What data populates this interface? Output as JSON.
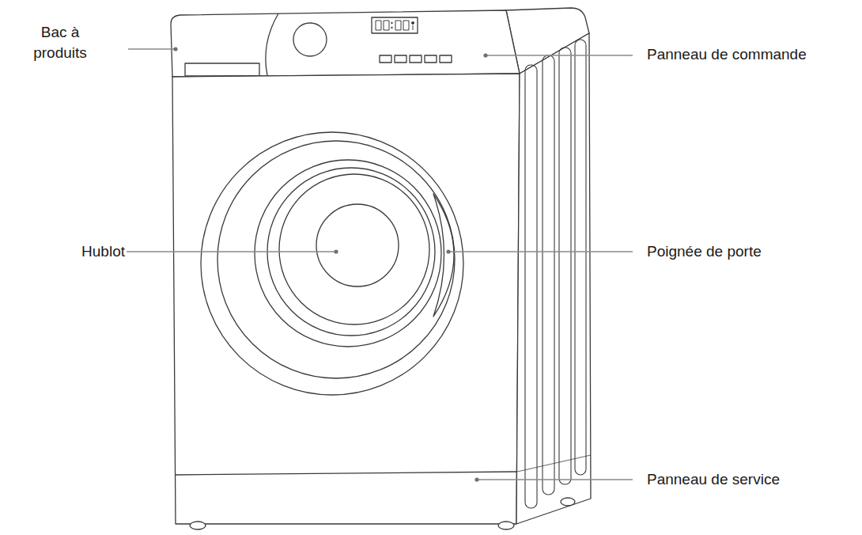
{
  "diagram": {
    "labels": [
      "Bac à produits",
      "Panneau de commande",
      "Hublot",
      "Poignée de porte",
      "Panneau de service"
    ]
  }
}
